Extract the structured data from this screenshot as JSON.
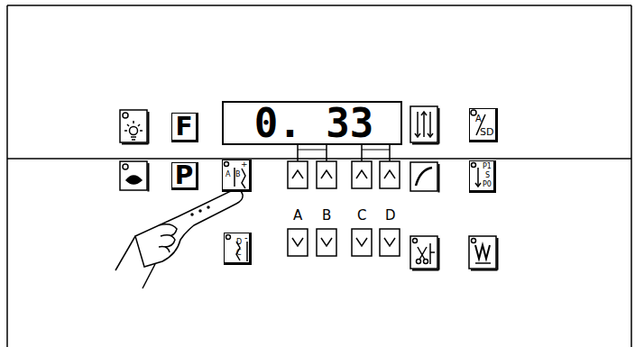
{
  "diagram": {
    "nodes": [
      {
        "text": [
          "F"
        ]
      },
      {
        "text": [
          "0. 33"
        ]
      },
      {
        "text": [
          "A",
          "SD"
        ]
      },
      {
        "text": [
          "P"
        ]
      },
      {
        "text": [
          "A",
          "B",
          "+"
        ]
      },
      {
        "text": [
          "P1",
          "S",
          "P0"
        ]
      },
      {
        "text": [
          "D",
          "C",
          "-"
        ]
      }
    ],
    "labels": [
      "A",
      "B",
      "C",
      "D"
    ]
  }
}
